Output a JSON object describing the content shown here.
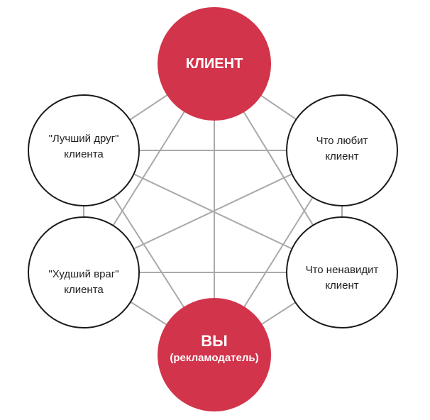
{
  "colors": {
    "accent": "#d2344b",
    "line": "#a9a9a9",
    "outline": "#1a1a1a"
  },
  "nodes": {
    "client": {
      "label": "КЛИЕНТ"
    },
    "best_friend": {
      "line1": "\"Лучший друг\"",
      "line2": "клиента"
    },
    "likes": {
      "line1": "Что любит",
      "line2": "клиент"
    },
    "worst_enemy": {
      "line1": "\"Худший враг\"",
      "line2": "клиента"
    },
    "hates": {
      "line1": "Что ненавидит",
      "line2": "клиент"
    },
    "you": {
      "line1": "ВЫ",
      "line2": "(рекламодатель)"
    }
  }
}
